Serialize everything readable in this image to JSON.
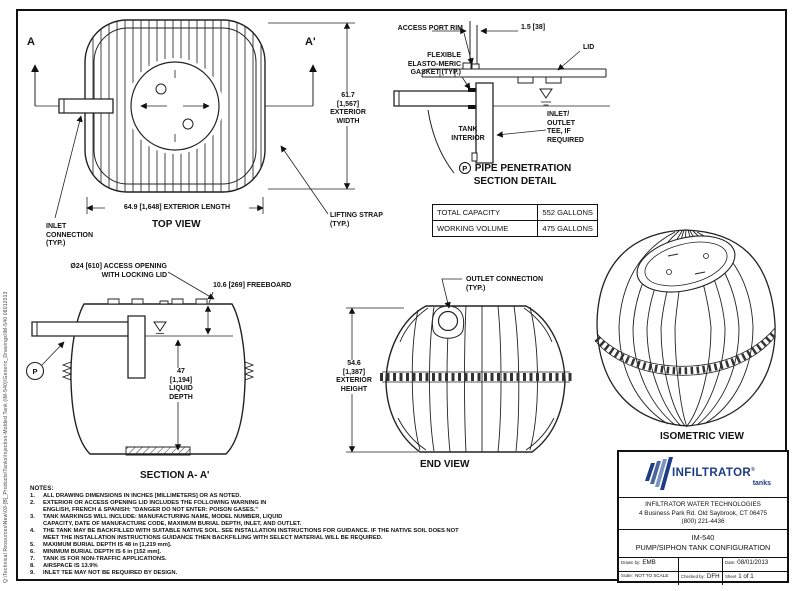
{
  "colors": {
    "line": "#1a1a1a",
    "brand_navy": "#1d3c85",
    "logo_stripes": [
      "#d7dde9",
      "#a9b8d2",
      "#7b94bf",
      "#49679f",
      "#1d3c85"
    ]
  },
  "edge_note": "Q:\\Technical Resources\\New\\03-[B]_Products\\Tanks\\Injection-Molded Tank (IM-540)\\Generic_Drawings\\IM-540 08012013",
  "top_view": {
    "section_marker_a": "A",
    "section_marker_a_prime": "A'",
    "length_dim": "64.9 [1,648] EXTERIOR LENGTH",
    "width_dim": "61.7\n[1,567]\nEXTERIOR\nWIDTH",
    "inlet_label": "INLET\nCONNECTION\n(TYP.)",
    "lifting_strap_label": "LIFTING STRAP\n(TYP.)",
    "caption": "TOP VIEW"
  },
  "pipe_penetration_detail": {
    "access_port_rim_label": "ACCESS PORT RIM",
    "rim_dim": "1.5 [38]",
    "lid_label": "LID",
    "gasket_label": "FLEXIBLE\nELASTO-MERIC\nGASKET (TYP.)",
    "tank_interior_label": "TANK\nINTERIOR",
    "tee_label": "INLET/\nOUTLET\nTEE, IF\nREQUIRED",
    "detail_symbol": "P",
    "caption_line1": "PIPE PENETRATION",
    "caption_line2": "SECTION DETAIL"
  },
  "capacity_table": {
    "rows": [
      {
        "label": "TOTAL CAPACITY",
        "value": "552 GALLONS"
      },
      {
        "label": "WORKING VOLUME",
        "value": "475 GALLONS"
      }
    ]
  },
  "section_aa": {
    "access_opening_label": "Ø24 [610] ACCESS OPENING\nWITH LOCKING LID",
    "freeboard_dim": "10.6 [269] FREEBOARD",
    "liquid_depth_dim": "47\n[1,194]\nLIQUID\nDEPTH",
    "detail_symbol": "P",
    "caption": "SECTION A- A'"
  },
  "end_view": {
    "outlet_label": "OUTLET CONNECTION\n(TYP.)",
    "height_dim": "54.6\n[1,387]\nEXTERIOR\nHEIGHT",
    "caption": "END VIEW"
  },
  "isometric_view": {
    "caption": "ISOMETRIC VIEW"
  },
  "notes": {
    "title": "NOTES:",
    "items": [
      {
        "n": "1.",
        "text": "ALL DRAWING DIMENSIONS IN INCHES [MILLIMETERS] OR AS NOTED."
      },
      {
        "n": "2.",
        "text": "EXTERIOR OR ACCESS OPENING LID INCLUDES THE FOLLOWING WARNING IN\nENGLISH, FRENCH & SPANISH: \"DANGER DO NOT ENTER: POISON GASES.\""
      },
      {
        "n": "3.",
        "text": "TANK MARKINGS WILL INCLUDE: MANUFACTURING NAME, MODEL NUMBER, LIQUID\nCAPACITY, DATE OF MANUFACTURE CODE, MAXIMUM BURIAL DEPTH, INLET, AND OUTLET."
      },
      {
        "n": "4.",
        "text": "THE TANK MAY BE BACKFILLED WITH SUITABLE NATIVE SOIL. SEE INSTALLATION INSTRUCTIONS FOR GUIDANCE. IF THE NATIVE SOIL DOES NOT\nMEET THE INSTALLATION INSTRUCTIONS GUIDANCE THEN BACKFILLING WITH SELECT MATERIAL WILL BE REQUIRED."
      },
      {
        "n": "5.",
        "text": "MAXIMUM BURIAL DEPTH IS 48 in [1,219 mm]."
      },
      {
        "n": "6.",
        "text": "MINIMUM BURIAL DEPTH IS 6 in [152 mm]."
      },
      {
        "n": "7.",
        "text": "TANK IS FOR NON-TRAFFIC APPLICATIONS."
      },
      {
        "n": "8.",
        "text": "AIRSPACE IS 13.9%"
      },
      {
        "n": "9.",
        "text": "INLET TEE MAY NOT BE REQUIRED BY DESIGN."
      }
    ]
  },
  "title_block": {
    "brand": "INFILTRATOR",
    "brand_reg": "®",
    "brand_sub": "tanks",
    "company": "INFILTRATOR WATER TECHNOLOGIES",
    "address": "4 Business Park Rd. Old Saybrook, CT 06475",
    "phone": "(800) 221-4436",
    "model": "IM-540",
    "drawing_title": "PUMP/SIPHON TANK CONFIGURATION",
    "drawn_label": "Drawn by:",
    "drawn_value": "EMB",
    "date_label": "Date:",
    "date_value": "08/01/2013",
    "scale_label": "Scale:",
    "scale_value": "NOT TO SCALE",
    "checked_label": "Checked by:",
    "checked_value": "DFH",
    "sheet_label": "Sheet",
    "sheet_value": "1 of 1"
  }
}
